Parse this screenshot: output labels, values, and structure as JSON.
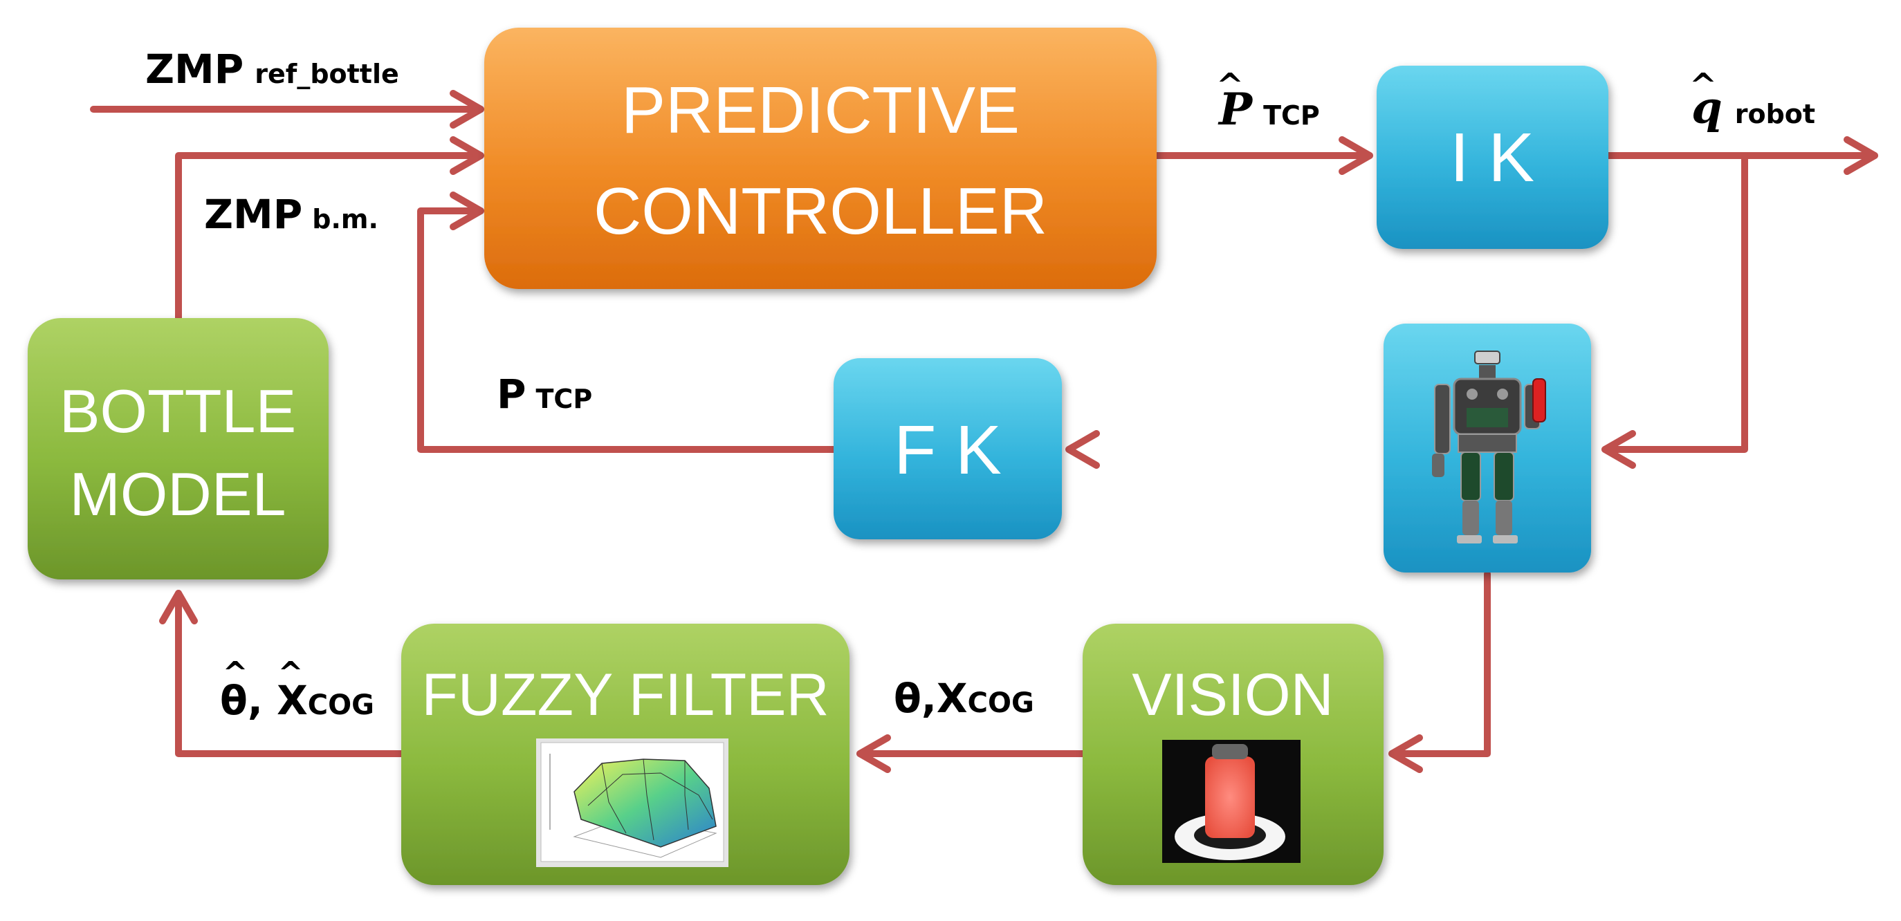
{
  "blocks": {
    "predictive_controller": {
      "line1": "PREDICTIVE",
      "line2": "CONTROLLER"
    },
    "ik": {
      "label": "I K"
    },
    "fk": {
      "label": "F K"
    },
    "bottle_model": {
      "line1": "BOTTLE",
      "line2": "MODEL"
    },
    "fuzzy_filter": {
      "label": "FUZZY FILTER"
    },
    "vision": {
      "label": "VISION"
    }
  },
  "signals": {
    "zmp_ref": {
      "main": "ZMP",
      "sub": "ref_bottle"
    },
    "zmp_bm": {
      "main": "ZMP",
      "sub": "b.m."
    },
    "p_tcp_hat": {
      "main": "P",
      "sub": "TCP"
    },
    "q_robot_hat": {
      "main": "q",
      "sub": "robot"
    },
    "p_tcp": {
      "main": "P",
      "sub": "TCP"
    },
    "theta_x": {
      "main": "θ,X",
      "sub": "COG"
    },
    "theta_x_hat": {
      "main": "θ, X",
      "sub": "COG"
    }
  },
  "colors": {
    "arrow": "#c0504d",
    "orange_top": "#f9a74c",
    "orange_bottom": "#e0700f",
    "blue_top": "#5fd0ec",
    "blue_bottom": "#1a95c4",
    "green_top": "#a6cd5a",
    "green_bottom": "#6f9a2c"
  }
}
